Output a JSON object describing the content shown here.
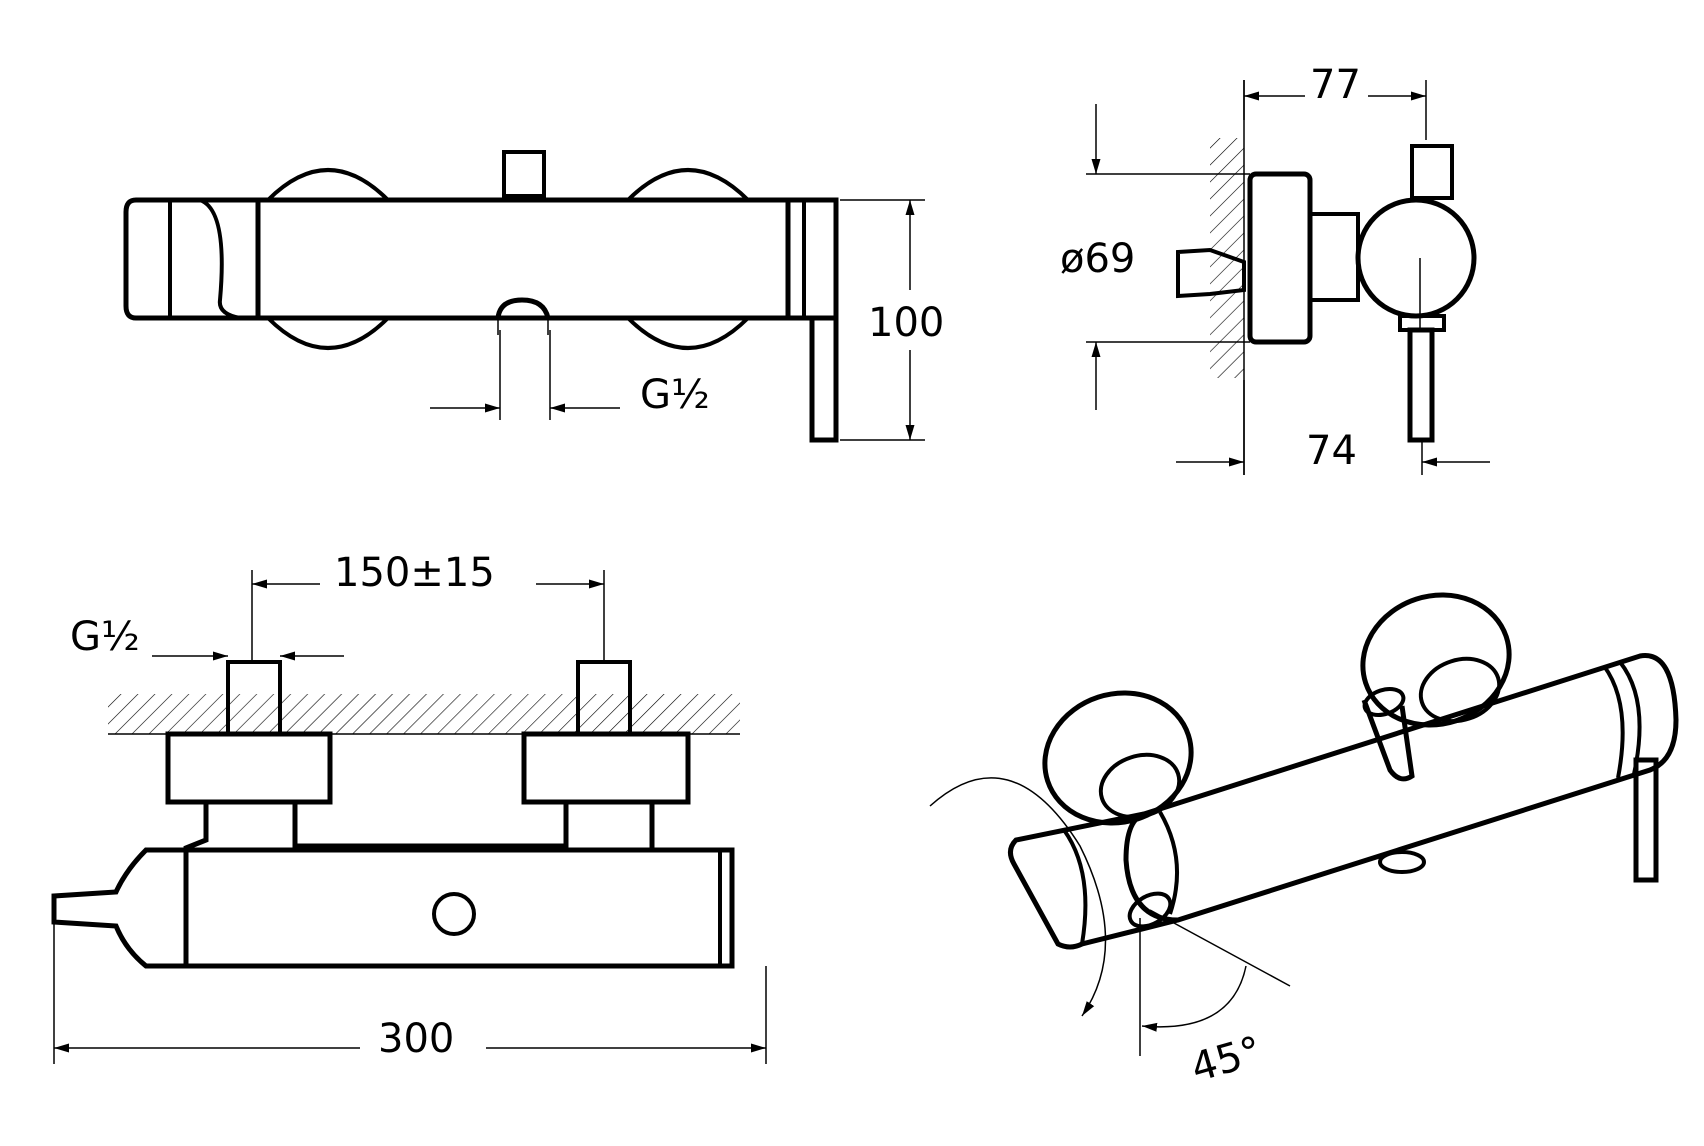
{
  "dimensions": {
    "front_height": "100",
    "front_thread": "G½",
    "side_depth_top": "77",
    "side_rosette_diameter": "ø69",
    "side_depth_bottom": "74",
    "top_centers": "150±15",
    "top_thread": "G½",
    "top_length": "300",
    "iso_angle": "45°"
  },
  "colors": {
    "line": "#000000",
    "background": "#ffffff"
  }
}
